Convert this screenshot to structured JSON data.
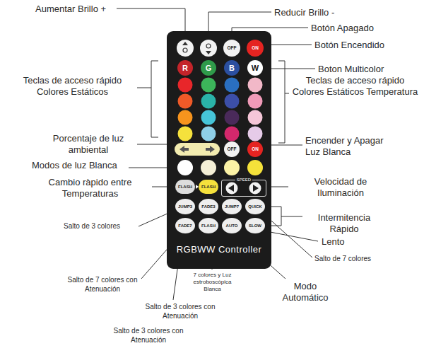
{
  "diagram": {
    "nodes": [
      {
        "text": [
          "RGBWW Controller"
        ]
      },
      {
        "text": [
          "OFF"
        ],
        "in": 0
      },
      {
        "text": [
          "ON"
        ],
        "in": 0
      },
      {
        "text": [
          "R"
        ],
        "in": 0
      },
      {
        "text": [
          "G"
        ],
        "in": 0
      },
      {
        "text": [
          "B"
        ],
        "in": 0
      },
      {
        "text": [
          "W"
        ],
        "in": 0
      },
      {
        "text": [
          "OFF"
        ],
        "in": 0
      },
      {
        "text": [
          "ON"
        ],
        "in": 0
      },
      {
        "text": [
          "FLASH"
        ],
        "in": 0
      },
      {
        "text": [
          "FLASH"
        ],
        "in": 0
      },
      {
        "text": [
          "SPEED"
        ],
        "in": 0
      },
      {
        "text": [
          "JUMP3"
        ],
        "in": 0
      },
      {
        "text": [
          "FADE3"
        ],
        "in": 0
      },
      {
        "text": [
          "JUMP7"
        ],
        "in": 0
      },
      {
        "text": [
          "QUICK"
        ],
        "in": 0
      },
      {
        "text": [
          "FADE7"
        ],
        "in": 0
      },
      {
        "text": [
          "FLASH"
        ],
        "in": 0
      },
      {
        "text": [
          "AUTO"
        ],
        "in": 0
      },
      {
        "text": [
          "SLOW"
        ],
        "in": 0
      }
    ],
    "labels": [
      "Aumentar Brillo +",
      "Reducir Brillo -",
      "Botón Apagado",
      "Botón Encendido",
      "Teclas de acceso rápido Colores Estáticos",
      "Boton Multicolor",
      "Teclas de acceso rápido Colores Estáticos Temperatura",
      "Porcentaje de luz ambiental",
      "Encender y Apagar Luz Blanca",
      "Modos de luz Blanca",
      "Velocidad de Iluminación",
      "Cambio ràpido entre Temperaturas",
      "Salto de 3 colores",
      "Intermitencia Rápido",
      "Lento",
      "Salto de 7 colores",
      "Salto de 7 colores con Atenuación",
      "7 colores y Luz estroboscópica Blanca",
      "Modo Automático",
      "Salto de 3 colores con Atenuación",
      "Salto de 3 colores con Atenuación"
    ]
  }
}
